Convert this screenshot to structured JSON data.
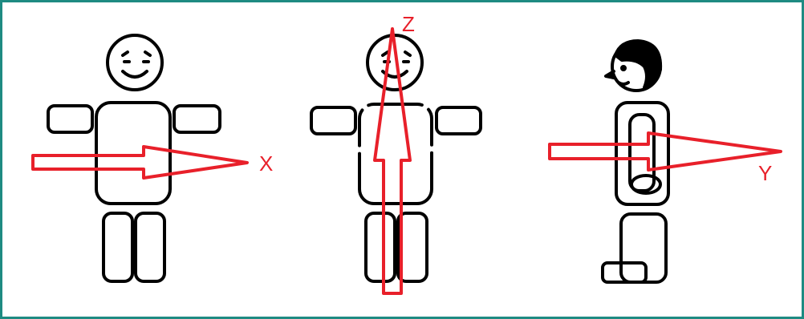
{
  "diagram": {
    "frame_color": "#1e8b82",
    "arrow_color": "#e8202a",
    "figure_color": "#000000",
    "figures": [
      {
        "view": "front",
        "axis": {
          "label": "X",
          "icon": "arrow-right"
        }
      },
      {
        "view": "front",
        "axis": {
          "label": "Z",
          "icon": "arrow-up"
        }
      },
      {
        "view": "side",
        "axis": {
          "label": "Y",
          "icon": "arrow-right"
        }
      }
    ]
  }
}
